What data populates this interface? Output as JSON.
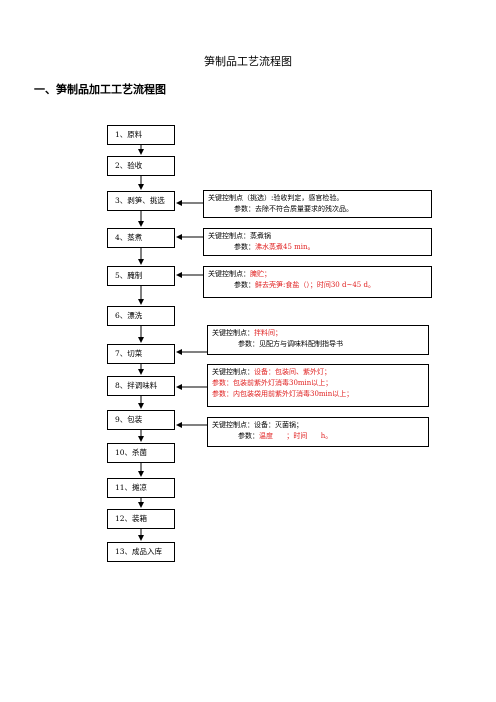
{
  "title": "笋制品工艺流程图",
  "section": "一、笋制品加工工艺流程图",
  "steps": [
    {
      "label": "1、原料"
    },
    {
      "label": "2、验收"
    },
    {
      "label": "3、剥笋、挑选"
    },
    {
      "label": "4、蒸煮"
    },
    {
      "label": "5、腌制"
    },
    {
      "label": "6、漂洗"
    },
    {
      "label": "7、切菜"
    },
    {
      "label": "8、拌调味料"
    },
    {
      "label": "9、包装"
    },
    {
      "label": "10、杀菌"
    },
    {
      "label": "11、摊凉"
    },
    {
      "label": "12、装箱"
    },
    {
      "label": "13、成品入库"
    }
  ],
  "notes": {
    "n1": {
      "a": "关键控制点（挑选）:验收判定，感官检验。",
      "b_prefix": "参数：",
      "b": "去除不符合质量要求的残次品。"
    },
    "n2": {
      "a_prefix": "关键控制点：",
      "a": "蒸煮锅",
      "b_prefix": "参数：",
      "b_red": "沸水蒸煮45 min。"
    },
    "n3": {
      "a_prefix": "关键控制点：",
      "a_red": "腌贮；",
      "b_prefix": "参数：",
      "b_red": "鲜去壳笋:食盐（）；时间30 d~45 d。"
    },
    "n4": {
      "a_prefix": "关键控制点：",
      "a_red": "拌料间；",
      "b_prefix": "参数：",
      "b": "见配方与调味料配制指导书"
    },
    "n5": {
      "a_prefix": "关键控制点：",
      "a_red": "设备：包装间、紫外灯；",
      "b_red": "参数：包装前紫外灯消毒30min以上；",
      "c_red": "参数：内包装袋用前紫外灯消毒30min以上；"
    },
    "n6": {
      "a": "关键控制点：设备：灭菌锅；",
      "b_prefix": "参数：",
      "b_red": "温度      ；时间      h。"
    }
  }
}
